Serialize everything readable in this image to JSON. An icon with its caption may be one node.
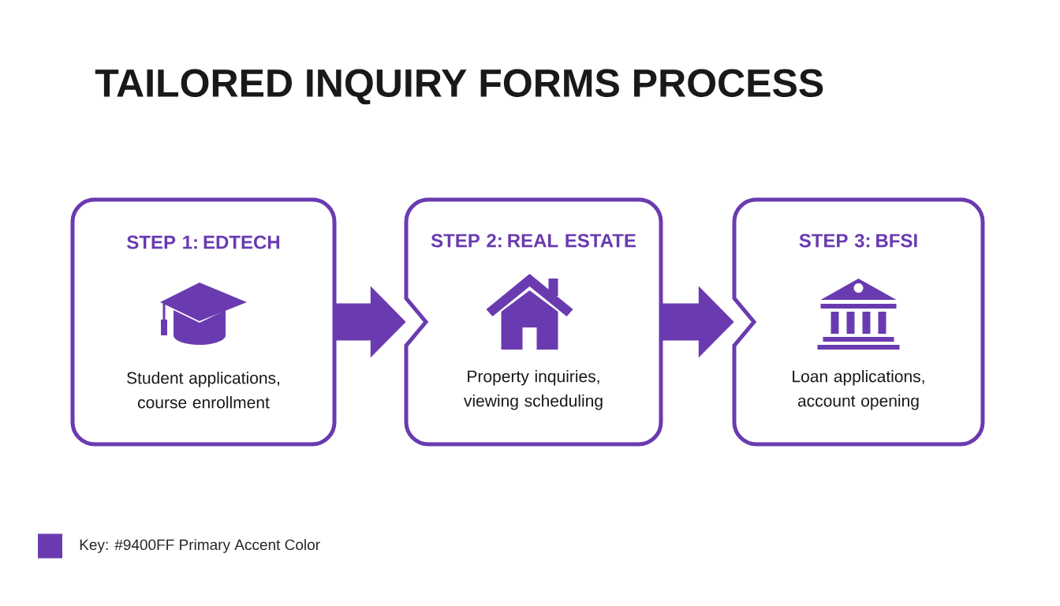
{
  "diagram": {
    "title": "TAILORED INQUIRY FORMS PROCESS",
    "nodes": [
      {
        "text": [
          "STEP 1: EDTECH",
          "Student applications, course enrollment"
        ]
      },
      {
        "text": [
          "STEP 2: REAL ESTATE",
          "Property inquiries, viewing scheduling"
        ]
      },
      {
        "text": [
          "STEP 3: BFSI",
          "Loan applications, account opening"
        ]
      }
    ],
    "edges": [
      {
        "from": 0,
        "to": 1,
        "arrow": "to"
      },
      {
        "from": 1,
        "to": 2,
        "arrow": "to"
      }
    ],
    "legend": [
      {
        "text": "Key: #9400FF Primary Accent Color",
        "color": "#6a3bb0"
      }
    ]
  }
}
